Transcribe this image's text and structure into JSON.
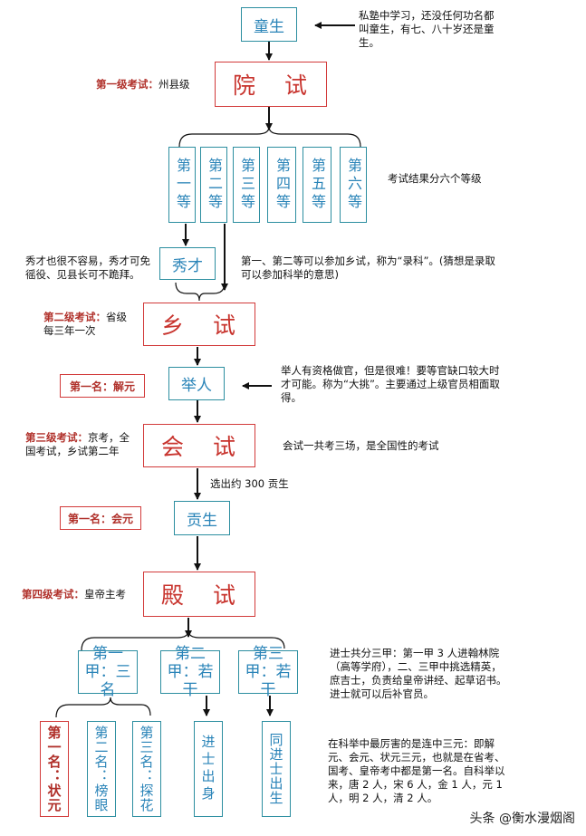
{
  "nodes": {
    "tongsheng": "童生",
    "yuanshi": "院 试",
    "grades": [
      "第一等",
      "第二等",
      "第三等",
      "第四等",
      "第五等",
      "第六等"
    ],
    "xiucai": "秀才",
    "xiangshi": "乡 试",
    "juren": "举人",
    "huishi": "会 试",
    "gongsheng": "贡生",
    "dianshi": "殿 试",
    "jia1": "第一甲：三名",
    "jia2": "第二甲：若干",
    "jia3": "第三甲：若干",
    "top3": [
      "第一名：状元",
      "第二名：榜眼",
      "第三名：探花"
    ],
    "jinshi_chushen": "进士出身",
    "tong_jinshi_chusheng": "同进士出生"
  },
  "levels": {
    "l1_label": "第一级考试：",
    "l1_text": "州县级",
    "l2_label": "第二级考试：",
    "l2_text": "省级每三年一次",
    "l3_label": "第三级考试：",
    "l3_text": "京考，全国考试，乡试第二年",
    "l4_label": "第四级考试：",
    "l4_text": "皇帝主考"
  },
  "ranks": {
    "jieyuan": "第一名：解元",
    "huiyuan": "第一名：会元"
  },
  "notes": {
    "tongsheng": "私塾中学习，还没任何功名都叫童生，有七、八十岁还是童生。",
    "grades": "考试结果分六个等级",
    "xiucai": "秀才也很不容易，秀才可免徭役、见县长可不跪拜。",
    "luke": "第一、第二等可以参加乡试，称为“录科”。(猜想是录取可以参加科举的意思)",
    "juren": "举人有资格做官，但是很难！要等官缺口较大时才可能。称为“大挑”。主要通过上级官员相面取得。",
    "huishi": "会试一共考三场，是全国性的考试",
    "select300": "选出约 300 贡生",
    "jinshi": "进士共分三甲：第一甲 3 人进翰林院（高等学府），二、三甲中挑选精英，庶吉士，负责给皇帝讲经、起草诏书。进士就可以后补官员。",
    "sanyuan": "在科举中最厉害的是连中三元：即解元、会元、状元三元，也就是在省考、国考、皇帝考中都是第一名。自科举以来，唐 2 人，宋 6 人，金 1 人，元 1 人，明 2 人，清 2 人。"
  },
  "watermark": "头条 @衡水漫烟阁"
}
